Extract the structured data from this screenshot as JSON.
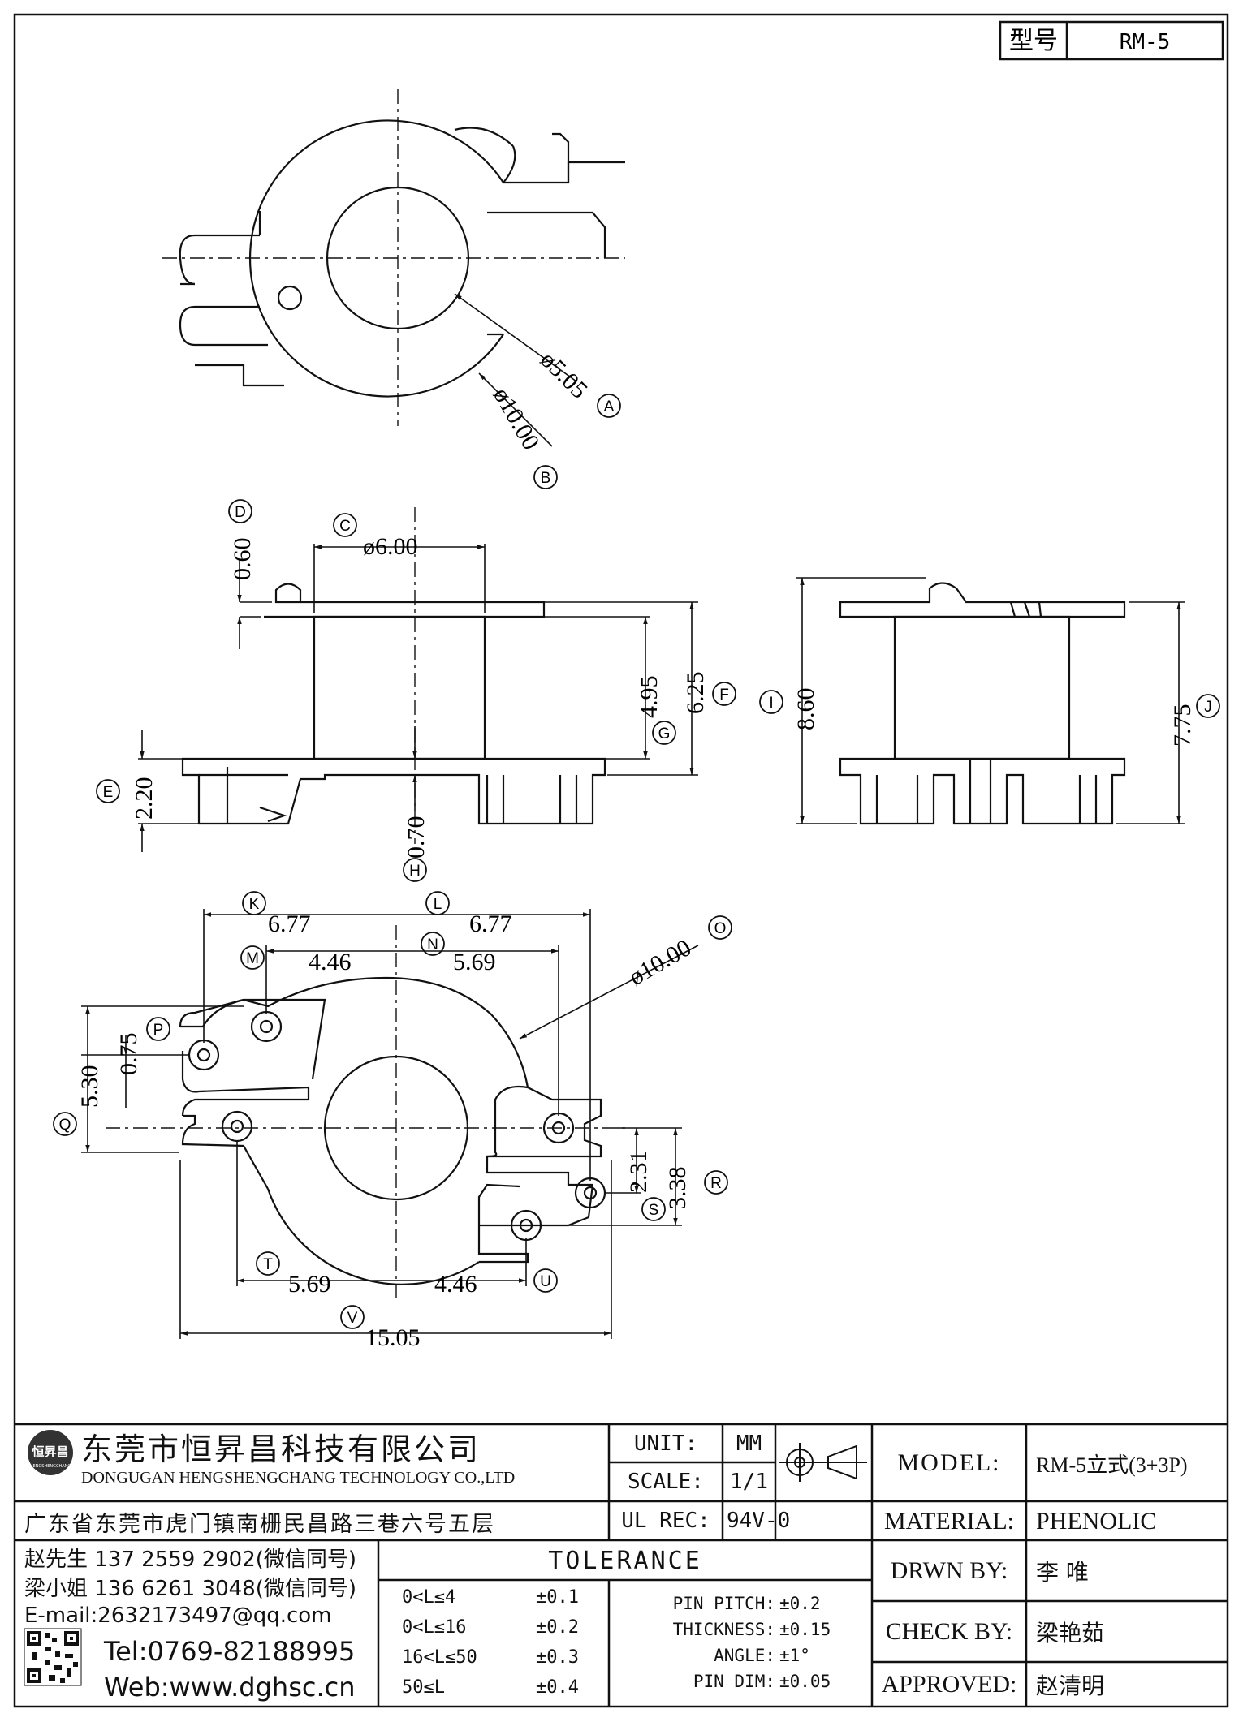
{
  "model_box": {
    "label": "型号",
    "value": "RM-5"
  },
  "top_view": {
    "dims": [
      {
        "id": "A",
        "text": "ø5.05"
      },
      {
        "id": "B",
        "text": "ø10.00"
      }
    ]
  },
  "front_view": {
    "dims": [
      {
        "id": "C",
        "text": "ø6.00"
      },
      {
        "id": "D",
        "text": "0.60"
      },
      {
        "id": "E",
        "text": "2.20"
      },
      {
        "id": "F",
        "text": "6.25"
      },
      {
        "id": "G",
        "text": "4.95"
      },
      {
        "id": "H",
        "text": "0.70"
      }
    ]
  },
  "side_view": {
    "dims": [
      {
        "id": "I",
        "text": "8.60"
      },
      {
        "id": "J",
        "text": "7.75"
      }
    ]
  },
  "bottom_view": {
    "dims": [
      {
        "id": "K",
        "text": "6.77"
      },
      {
        "id": "L",
        "text": "6.77"
      },
      {
        "id": "M",
        "text": "4.46"
      },
      {
        "id": "N",
        "text": "5.69"
      },
      {
        "id": "O",
        "text": "ø10.00"
      },
      {
        "id": "P",
        "text": "0.75"
      },
      {
        "id": "Q",
        "text": "5.30"
      },
      {
        "id": "R",
        "text": "3.38"
      },
      {
        "id": "S",
        "text": "2.31"
      },
      {
        "id": "T",
        "text": "5.69"
      },
      {
        "id": "U",
        "text": "4.46"
      },
      {
        "id": "V",
        "text": "15.05"
      }
    ]
  },
  "title_block": {
    "company_cn": "东莞市恒昇昌科技有限公司",
    "company_en": "DONGUGAN HENGSHENGCHANG TECHNOLOGY CO.,LTD",
    "logo_text": "恒昇昌",
    "logo_sub": "HENGSHENGCHANG",
    "address": "广东省东莞市虎门镇南栅民昌路三巷六号五层",
    "unit_label": "UNIT:",
    "unit_value": "MM",
    "scale_label": "SCALE:",
    "scale_value": "1/1",
    "ulrec_label": "UL REC:",
    "ulrec_value": "94V-0",
    "contacts": [
      "赵先生 137 2559 2902(微信同号)",
      "梁小姐 136 6261 3048(微信同号)",
      "E-mail:2632173497@qq.com"
    ],
    "tel": "Tel:0769-82188995",
    "web": "Web:www.dghsc.cn",
    "tolerance_title": "TOLERANCE",
    "tolerance_rows": [
      {
        "range": "0<L≤4",
        "tol": "±0.1"
      },
      {
        "range": "0<L≤16",
        "tol": "±0.2"
      },
      {
        "range": "16<L≤50",
        "tol": "±0.3"
      },
      {
        "range": "50≤L",
        "tol": "±0.4"
      }
    ],
    "tolerance_misc": [
      {
        "label": "PIN PITCH:",
        "tol": "±0.2"
      },
      {
        "label": "THICKNESS:",
        "tol": "±0.15"
      },
      {
        "label": "ANGLE:",
        "tol": "±1°"
      },
      {
        "label": "PIN DIM:",
        "tol": "±0.05"
      }
    ],
    "model_label": "MODEL:",
    "model_value": "RM-5立式(3+3P)",
    "material_label": "MATERIAL:",
    "material_value": "PHENOLIC",
    "drawn_label": "DRWN BY:",
    "drawn_value": "李 唯",
    "check_label": "CHECK BY:",
    "check_value": "梁艳茹",
    "approved_label": "APPROVED:",
    "approved_value": "赵清明"
  }
}
